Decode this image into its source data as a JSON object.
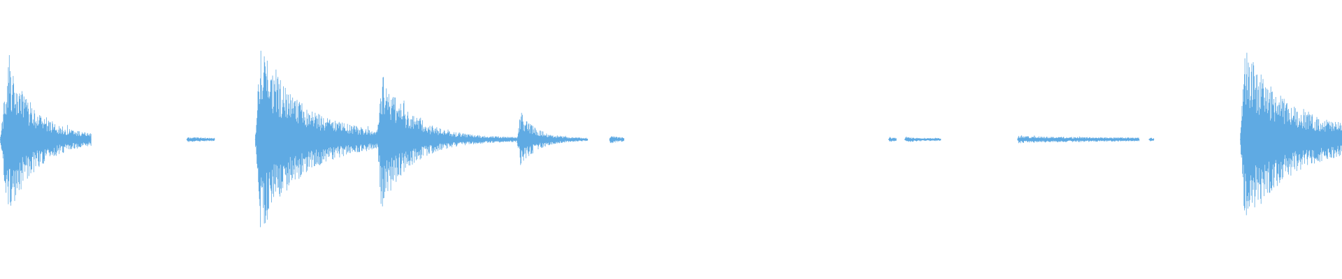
{
  "waveform": {
    "color": "#5faae3",
    "background": "#ffffff",
    "clips": [
      {
        "start": 0.0,
        "end": 0.068,
        "peak": 0.82,
        "attack": 0.006,
        "decay": 0.022,
        "floor": 0.02
      },
      {
        "start": 0.139,
        "end": 0.16,
        "peak": 0.03,
        "attack": 0.001,
        "decay": 0.01,
        "floor": 0.015
      },
      {
        "start": 0.19,
        "end": 0.282,
        "peak": 1.0,
        "attack": 0.004,
        "decay": 0.03,
        "floor": 0.06
      },
      {
        "start": 0.281,
        "end": 0.385,
        "peak": 0.75,
        "attack": 0.003,
        "decay": 0.022,
        "floor": 0.02
      },
      {
        "start": 0.385,
        "end": 0.438,
        "peak": 0.3,
        "attack": 0.003,
        "decay": 0.012,
        "floor": 0.015
      },
      {
        "start": 0.454,
        "end": 0.465,
        "peak": 0.05,
        "attack": 0.001,
        "decay": 0.004,
        "floor": 0.02
      },
      {
        "start": 0.662,
        "end": 0.668,
        "peak": 0.03,
        "attack": 0.001,
        "decay": 0.003,
        "floor": 0.015
      },
      {
        "start": 0.674,
        "end": 0.701,
        "peak": 0.03,
        "attack": 0.001,
        "decay": 0.01,
        "floor": 0.015
      },
      {
        "start": 0.758,
        "end": 0.849,
        "peak": 0.04,
        "attack": 0.001,
        "decay": 0.05,
        "floor": 0.018
      },
      {
        "start": 0.856,
        "end": 0.86,
        "peak": 0.02,
        "attack": 0.001,
        "decay": 0.002,
        "floor": 0.015
      },
      {
        "start": 0.924,
        "end": 1.0,
        "peak": 0.98,
        "attack": 0.004,
        "decay": 0.03,
        "floor": 0.1
      }
    ]
  }
}
